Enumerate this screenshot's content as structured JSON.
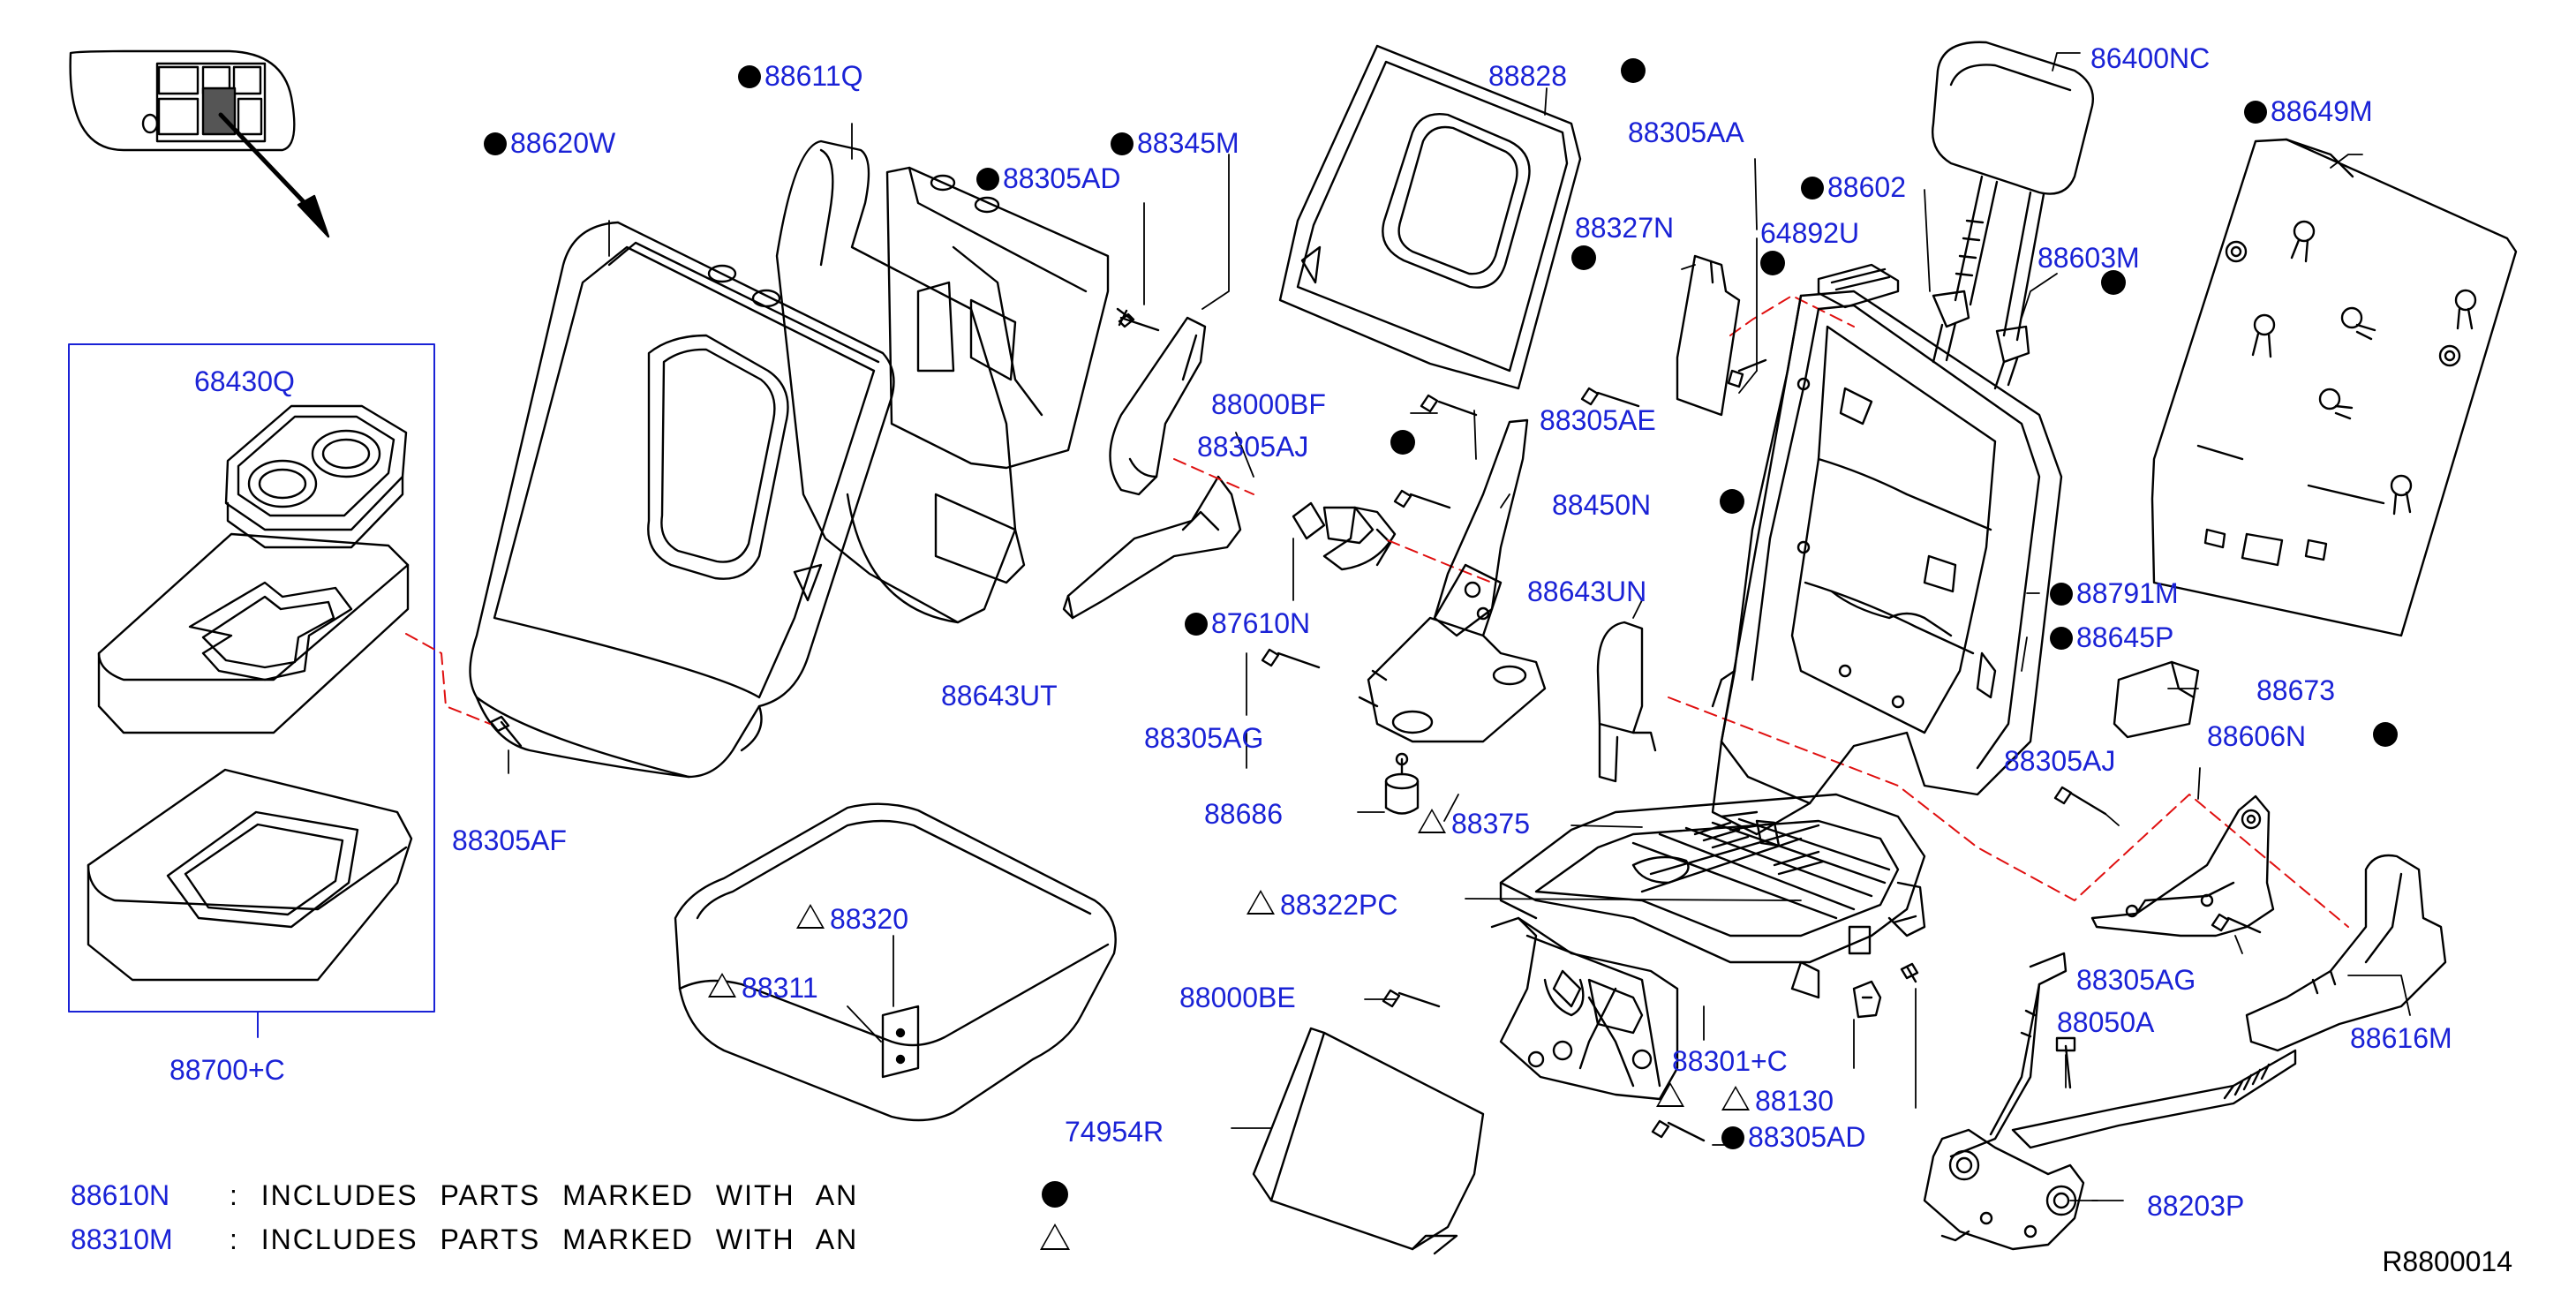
{
  "diagram": {
    "ref": "R8800014",
    "legend": [
      {
        "code": "88610N",
        "text": ": INCLUDES PARTS MARKED WITH AN",
        "symbol": "dot"
      },
      {
        "code": "88310M",
        "text": ": INCLUDES PARTS MARKED WITH AN",
        "symbol": "triangle"
      }
    ],
    "parts": {
      "p88611Q": "88611Q",
      "p88620W": "88620W",
      "p88305AD_top": "88305AD",
      "p88345M": "88345M",
      "p88828": "88828",
      "p86400NC": "86400NC",
      "p88649M": "88649M",
      "p88305AA": "88305AA",
      "p88602": "88602",
      "p88327N": "88327N",
      "p64892U": "64892U",
      "p88603M": "88603M",
      "p68430Q": "68430Q",
      "p88000BF": "88000BF",
      "p88305AJ_left": "88305AJ",
      "p88305AE": "88305AE",
      "p88450N": "88450N",
      "p88643UN": "88643UN",
      "p88791M": "88791M",
      "p88645P": "88645P",
      "p87610N": "87610N",
      "p88643UT": "88643UT",
      "p88673": "88673",
      "p88305AG_left": "88305AG",
      "p88606N": "88606N",
      "p88305AJ_right": "88305AJ",
      "p88686": "88686",
      "p88375": "88375",
      "p88305AF": "88305AF",
      "p88322PC": "88322PC",
      "p88320": "88320",
      "p88305AG_right": "88305AG",
      "p88311": "88311",
      "p88000BE": "88000BE",
      "p88050A": "88050A",
      "p88616M": "88616M",
      "p88301C": "88301+C",
      "p88700C": "88700+C",
      "p88130": "88130",
      "p74954R": "74954R",
      "p88305AD_bottom": "88305AD",
      "p88203P": "88203P"
    }
  }
}
